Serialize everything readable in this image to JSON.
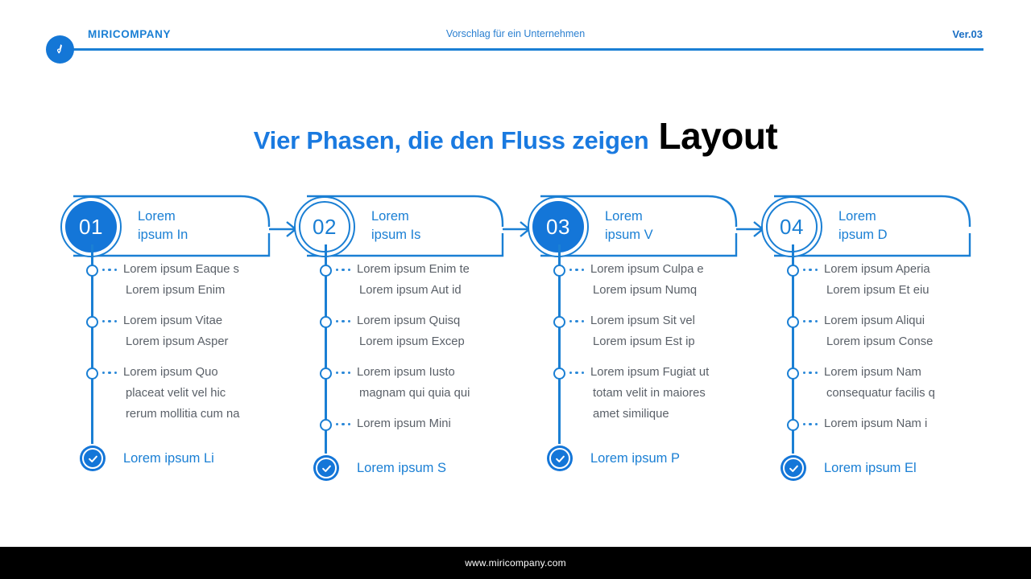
{
  "header": {
    "brand": "MIRICOMPANY",
    "center_title": "Vorschlag für ein Unternehmen",
    "version": "Ver.03",
    "logo_icon": "spiral-logo-icon",
    "accent_color": "#1a7fd4"
  },
  "title": {
    "blue_part": "Vier Phasen, die den Fluss zeigen",
    "black_part": "Layout"
  },
  "columns": [
    {
      "number": "01",
      "badge_style": "filled",
      "card_title": "Lorem\nipsum In",
      "card_title_line1": "Lorem",
      "card_title_line2": "ipsum In",
      "has_arrow": true,
      "bullets": [
        {
          "line1": "Lorem ipsum Eaque s",
          "lines": [
            "Lorem ipsum Enim"
          ]
        },
        {
          "line1": "Lorem ipsum Vitae",
          "lines": [
            "Lorem ipsum Asper"
          ]
        },
        {
          "line1": "Lorem ipsum Quo",
          "lines": [
            "placeat velit vel hic",
            "rerum mollitia cum na"
          ]
        }
      ],
      "check_label": "Lorem ipsum Li",
      "check_icon": "check-circle-icon"
    },
    {
      "number": "02",
      "badge_style": "hollow",
      "card_title_line1": "Lorem",
      "card_title_line2": "ipsum Is",
      "has_arrow": true,
      "bullets": [
        {
          "line1": "Lorem ipsum Enim te",
          "lines": [
            "Lorem ipsum Aut id"
          ]
        },
        {
          "line1": "Lorem ipsum Quisq",
          "lines": [
            "Lorem ipsum Excep"
          ]
        },
        {
          "line1": "Lorem ipsum Iusto",
          "lines": [
            "magnam qui quia qui"
          ]
        },
        {
          "line1": "Lorem ipsum Mini",
          "lines": []
        }
      ],
      "check_label": "Lorem ipsum S",
      "check_icon": "check-circle-icon"
    },
    {
      "number": "03",
      "badge_style": "filled",
      "card_title_line1": "Lorem",
      "card_title_line2": "ipsum V",
      "has_arrow": true,
      "bullets": [
        {
          "line1": "Lorem ipsum Culpa e",
          "lines": [
            "Lorem ipsum Numq"
          ]
        },
        {
          "line1": "Lorem ipsum Sit vel",
          "lines": [
            "Lorem ipsum Est ip"
          ]
        },
        {
          "line1": "Lorem ipsum Fugiat ut",
          "lines": [
            "totam velit in maiores",
            "amet similique"
          ]
        }
      ],
      "check_label": "Lorem ipsum P",
      "check_icon": "check-circle-icon"
    },
    {
      "number": "04",
      "badge_style": "hollow",
      "card_title_line1": "Lorem",
      "card_title_line2": "ipsum D",
      "has_arrow": false,
      "bullets": [
        {
          "line1": "Lorem ipsum Aperia",
          "lines": [
            "Lorem ipsum Et eiu"
          ]
        },
        {
          "line1": "Lorem ipsum Aliqui",
          "lines": [
            "Lorem ipsum Conse"
          ]
        },
        {
          "line1": "Lorem ipsum Nam",
          "lines": [
            "consequatur facilis q"
          ]
        },
        {
          "line1": "Lorem ipsum Nam i",
          "lines": []
        }
      ],
      "check_label": "Lorem ipsum El",
      "check_icon": "check-circle-icon"
    }
  ],
  "footer": {
    "url": "www.miricompany.com"
  }
}
